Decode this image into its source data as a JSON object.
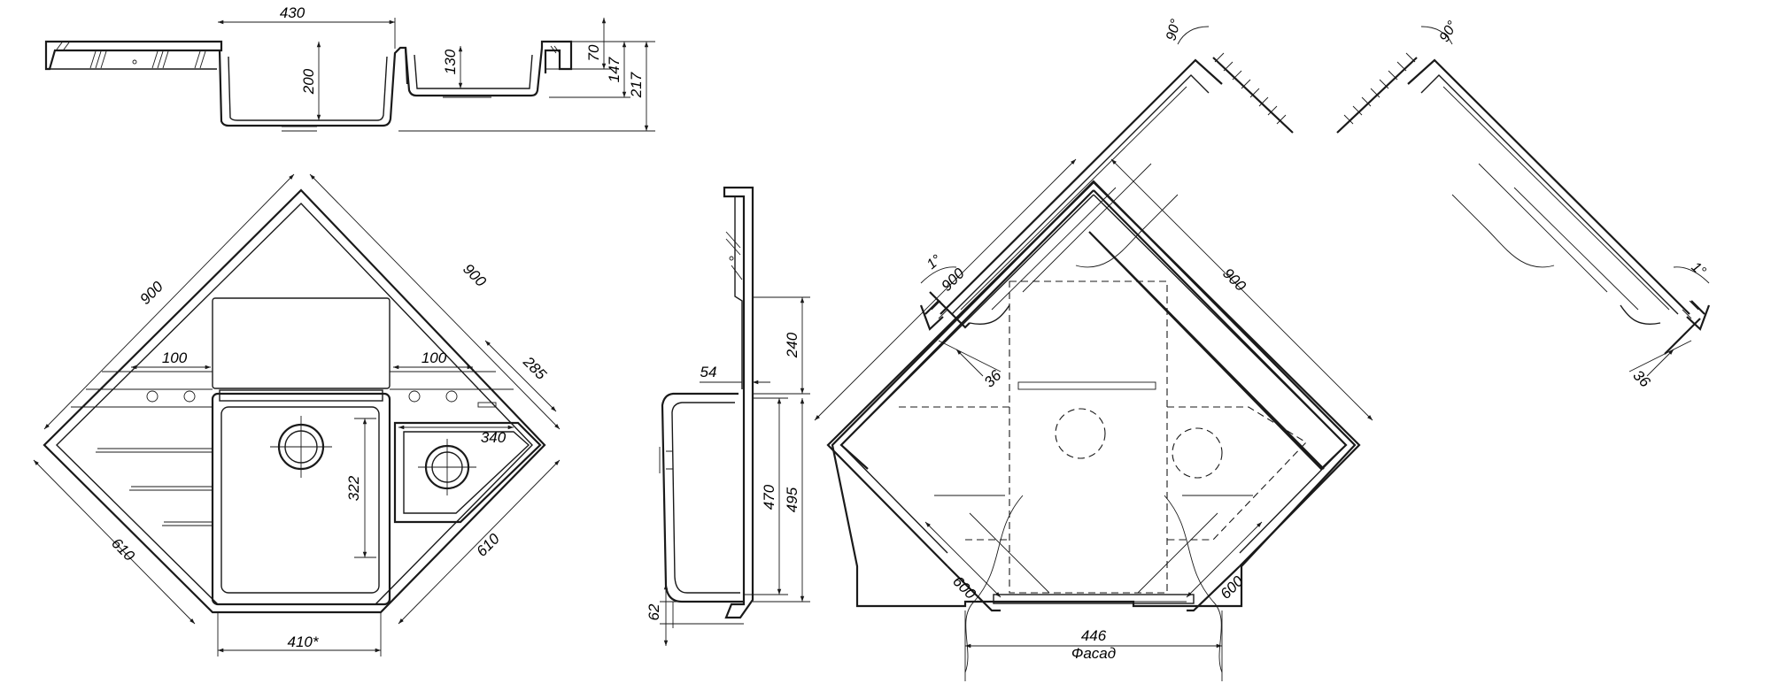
{
  "colors": {
    "line": "#1a1a1a",
    "background": "#ffffff"
  },
  "labels": {
    "top_430": "430",
    "top_200": "200",
    "top_130": "130",
    "top_70": "70",
    "top_147": "147",
    "top_217": "217",
    "plan_900_left": "900",
    "plan_900_right": "900",
    "plan_100_left": "100",
    "plan_100_right": "100",
    "plan_285": "285",
    "plan_340": "340",
    "plan_322": "322",
    "plan_610_left": "610",
    "plan_610_right": "610",
    "plan_410": "410*",
    "side_240": "240",
    "side_54": "54",
    "side_470": "470",
    "side_495": "495",
    "side_62": "62",
    "install_900_left": "900",
    "install_900_right": "900",
    "install_90_left": "90°",
    "install_90_right": "90°",
    "install_1_left": "1°",
    "install_1_right": "1°",
    "install_36_left": "36",
    "install_36_right": "36",
    "install_600_left": "600",
    "install_600_right": "600",
    "install_446": "446",
    "install_facade": "Фасад"
  }
}
